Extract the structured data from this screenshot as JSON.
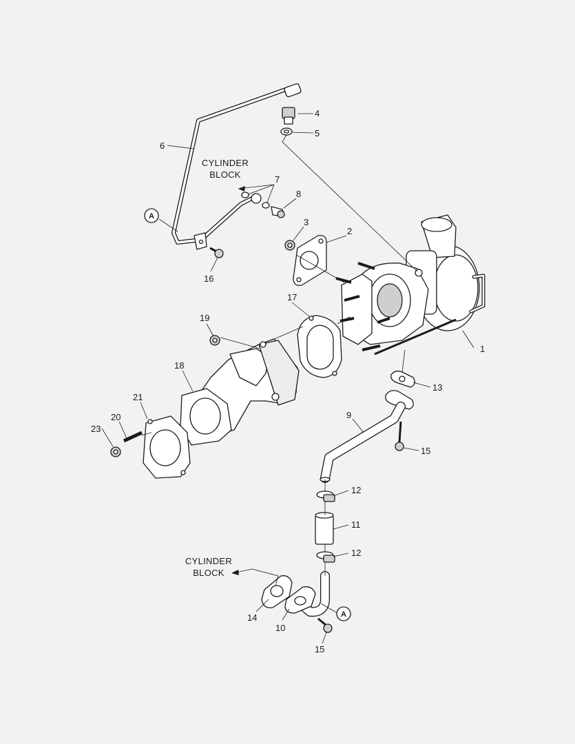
{
  "callouts": {
    "c1": "1",
    "c2": "2",
    "c3": "3",
    "c4": "4",
    "c5": "5",
    "c6": "6",
    "c7": "7",
    "c8": "8",
    "c9": "9",
    "c10": "10",
    "c11": "11",
    "c12a": "12",
    "c12b": "12",
    "c13": "13",
    "c14": "14",
    "c15a": "15",
    "c15b": "15",
    "c16": "16",
    "c17": "17",
    "c18": "18",
    "c19": "19",
    "c20": "20",
    "c21": "21",
    "c23": "23"
  },
  "notes": {
    "top_line1": "CYLINDER",
    "top_line2": "BLOCK",
    "bottom_line1": "CYLINDER",
    "bottom_line2": "BLOCK"
  },
  "connectors": {
    "top": "A",
    "bottom": "A"
  }
}
